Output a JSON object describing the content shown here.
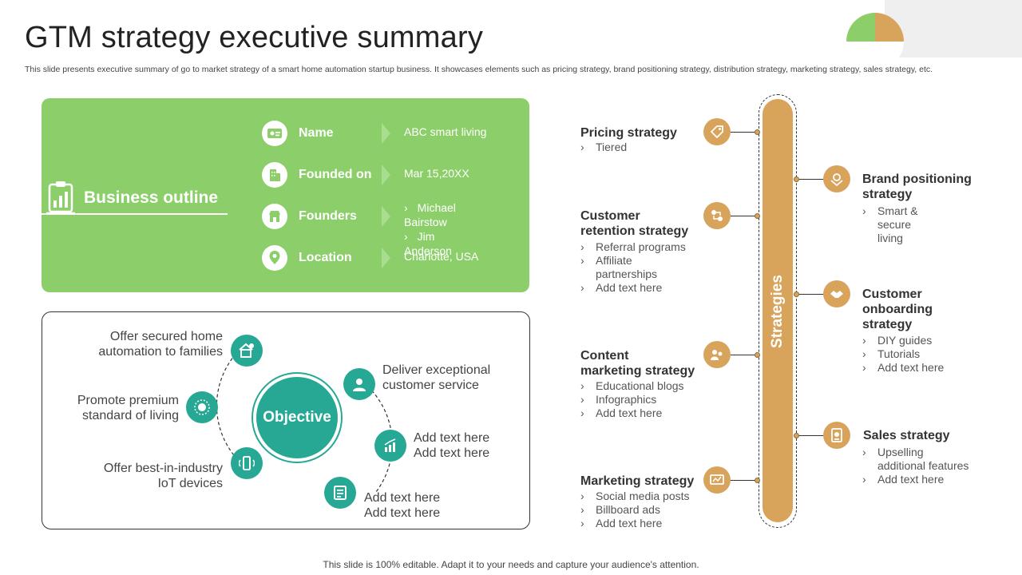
{
  "title": "GTM strategy executive summary",
  "subtitle": "This slide presents executive summary of go to market strategy of a smart home automation startup business. It showcases elements such as pricing strategy, brand positioning strategy, distribution strategy, marketing strategy, sales strategy, etc.",
  "business_outline": {
    "title": "Business outline",
    "rows": [
      {
        "label": "Name",
        "value": "ABC smart living"
      },
      {
        "label": "Founded on",
        "value": "Mar 15,20XX"
      },
      {
        "label": "Founders",
        "values": [
          "Michael Bairstow",
          "Jim Anderson"
        ]
      },
      {
        "label": "Location",
        "value": "Charlotte, USA"
      }
    ]
  },
  "objective": {
    "center": "Objective",
    "items": [
      "Offer secured home automation to families",
      "Promote premium standard of living",
      "Offer best-in-industry IoT devices",
      "Deliver exceptional customer service",
      "Add text here Add text here",
      "Add text here Add text here"
    ],
    "item_lines": [
      [
        "Offer secured home",
        "automation to families"
      ],
      [
        "Promote premium",
        "standard of living"
      ],
      [
        "Offer best-in-industry",
        "IoT devices"
      ],
      [
        "Deliver exceptional",
        "customer service"
      ],
      [
        "Add text here",
        "Add text here"
      ],
      [
        "Add text here",
        "Add text here"
      ]
    ]
  },
  "strategies": {
    "label": "Strategies",
    "left": [
      {
        "title_lines": [
          "Pricing strategy"
        ],
        "items": [
          "Tiered"
        ]
      },
      {
        "title_lines": [
          "Customer",
          "retention strategy"
        ],
        "items": [
          "Referral programs",
          "Affiliate partnerships",
          "Add text here"
        ]
      },
      {
        "title_lines": [
          "Content",
          "marketing strategy"
        ],
        "items": [
          "Educational blogs",
          "Infographics",
          "Add text here"
        ]
      },
      {
        "title_lines": [
          "Marketing strategy"
        ],
        "items": [
          "Social media posts",
          "Billboard ads",
          "Add text here"
        ]
      }
    ],
    "right": [
      {
        "title_lines": [
          "Brand positioning",
          "strategy"
        ],
        "items": [
          "Smart & secure living"
        ]
      },
      {
        "title_lines": [
          "Customer",
          "onboarding",
          "strategy"
        ],
        "items": [
          "DIY guides",
          "Tutorials",
          "Add text here"
        ]
      },
      {
        "title_lines": [
          "Sales strategy"
        ],
        "items": [
          "Upselling additional features",
          "Add text here"
        ]
      }
    ]
  },
  "footer": "This slide is 100% editable. Adapt it to your needs and capture your audience's attention.",
  "colors": {
    "green": "#8ccf6a",
    "teal": "#27a895",
    "orange": "#d8a45c"
  },
  "icons": {
    "outline": [
      "clipboard-chart-icon",
      "id-card-icon",
      "building-icon",
      "shop-icon",
      "location-pin-icon"
    ],
    "objective": [
      "smart-home-icon",
      "premium-badge-icon",
      "iot-device-icon",
      "customer-service-icon",
      "growth-chart-icon",
      "document-icon"
    ],
    "strategies": [
      "price-tag-icon",
      "retention-icon",
      "content-icon",
      "marketing-icon",
      "brand-icon",
      "onboarding-icon",
      "sales-icon"
    ]
  }
}
